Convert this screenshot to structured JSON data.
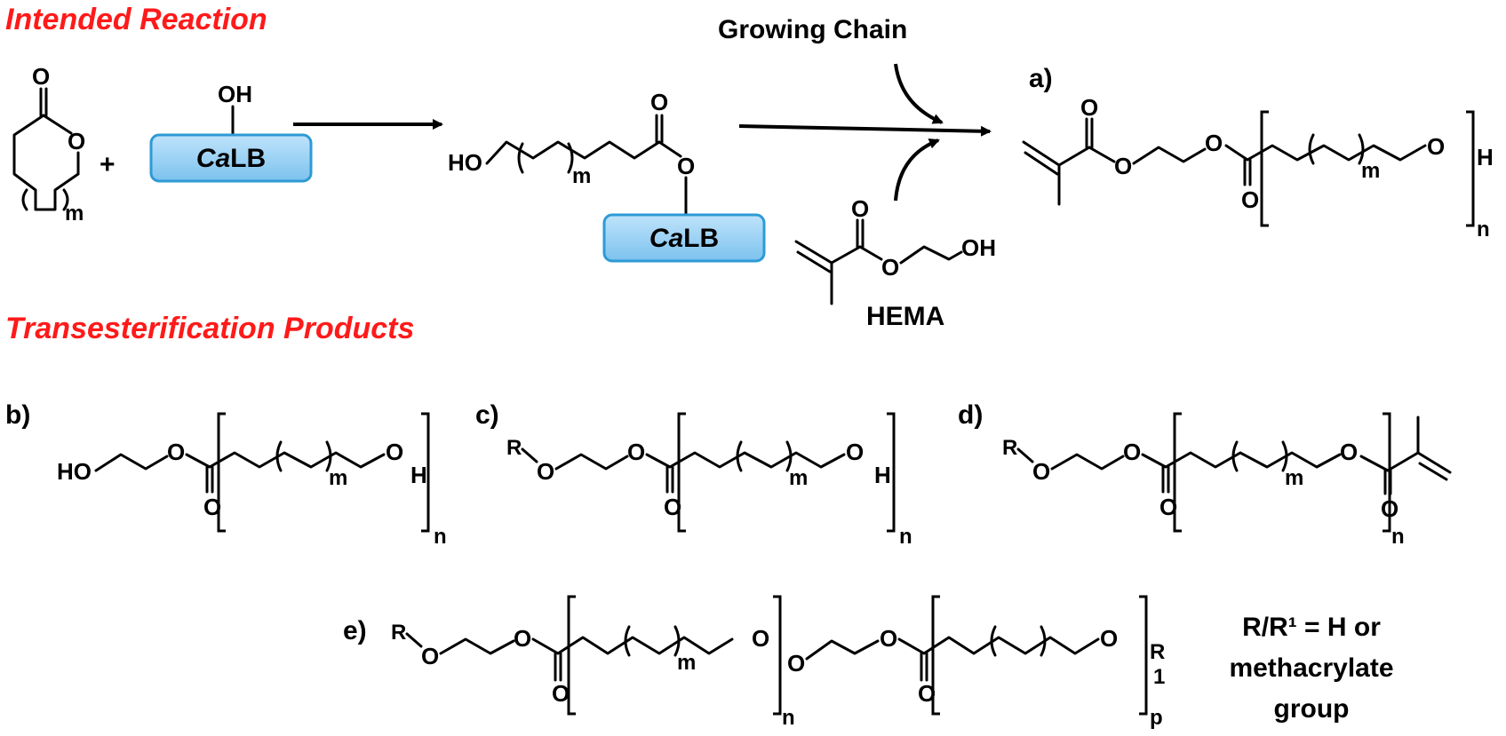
{
  "headers": {
    "intended": "Intended Reaction",
    "transesterification": "Transesterification Products"
  },
  "labels": {
    "growing_chain": "Growing Chain",
    "hema": "HEMA",
    "a": "a)",
    "b": "b)",
    "c": "c)",
    "d": "d)",
    "e": "e)"
  },
  "enzyme": {
    "prefix": "Ca",
    "suffix": "LB",
    "fill_top": "#bfe3fb",
    "fill_bottom": "#7cc2ee",
    "border": "#2e9ad6"
  },
  "atoms": {
    "O": "O",
    "OH": "OH",
    "HO": "HO",
    "H": "H",
    "R": "R",
    "plus": "+",
    "m": "m",
    "n": "n",
    "p": "p",
    "one": "1"
  },
  "legend": {
    "line1": "R/R¹ = H or",
    "line2": "methacrylate",
    "line3": "group"
  },
  "colors": {
    "header": "#ff1a1a",
    "ink": "#000000"
  }
}
